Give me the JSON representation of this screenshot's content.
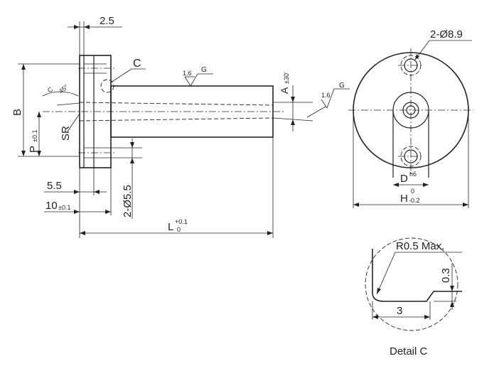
{
  "labels": {
    "top_width": "2.5",
    "callout_c": "C",
    "rough_main": "1.6",
    "rough_main_g": "G",
    "angle": "A",
    "angle_tol": "±30'",
    "rough_taper": "1.6",
    "rough_taper_g": "G",
    "dim_b": "B",
    "dim_p": "P",
    "dim_p_tol": "±0.1",
    "dim_sr": "SR",
    "dim_c": "C",
    "dim_45": "45°",
    "dim_55": "5.5",
    "dim_10": "10",
    "dim_10_tol": "±0.1",
    "dim_holes": "2-Ø5.5",
    "dim_l": "L",
    "dim_l_tol_up": "+0.1",
    "dim_l_tol_dn": "0",
    "end_holes": "2-Ø8.9",
    "dim_d": "D",
    "dim_d_fit": "h6",
    "dim_h": "H",
    "dim_h_tol_up": "0",
    "dim_h_tol_dn": "-0.2",
    "detail_radius": "R0.5 Max.",
    "detail_03": "0.3",
    "detail_3": "3",
    "detail_caption": "Detail C"
  },
  "colors": {
    "line": "#222222",
    "background": "#ffffff"
  }
}
